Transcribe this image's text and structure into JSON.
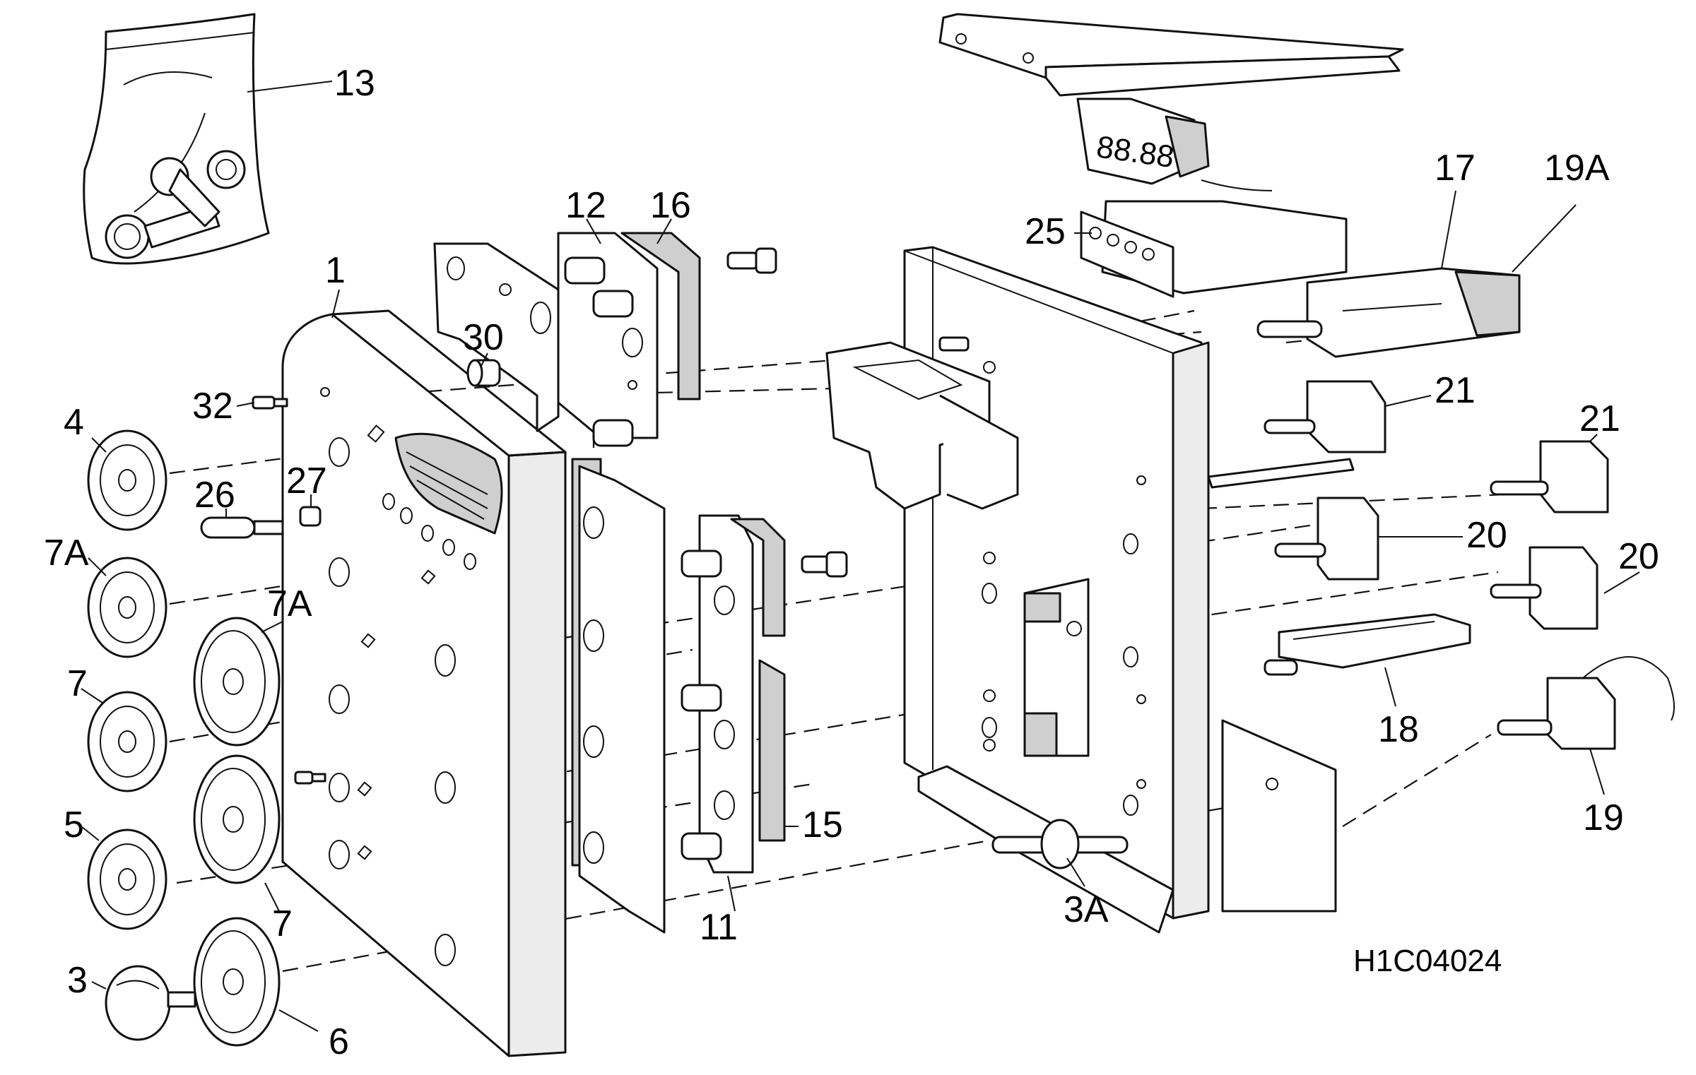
{
  "callouts": [
    {
      "id": "c13",
      "label": "13"
    },
    {
      "id": "c12",
      "label": "12"
    },
    {
      "id": "c16",
      "label": "16"
    },
    {
      "id": "c1",
      "label": "1"
    },
    {
      "id": "c30",
      "label": "30"
    },
    {
      "id": "c32",
      "label": "32"
    },
    {
      "id": "c4",
      "label": "4"
    },
    {
      "id": "c26",
      "label": "26"
    },
    {
      "id": "c27",
      "label": "27"
    },
    {
      "id": "c7A_left",
      "label": "7A"
    },
    {
      "id": "c7A_right",
      "label": "7A"
    },
    {
      "id": "c7_left",
      "label": "7"
    },
    {
      "id": "c7_right",
      "label": "7"
    },
    {
      "id": "c5",
      "label": "5"
    },
    {
      "id": "c3",
      "label": "3"
    },
    {
      "id": "c6",
      "label": "6"
    },
    {
      "id": "c11",
      "label": "11"
    },
    {
      "id": "c15",
      "label": "15"
    },
    {
      "id": "c25",
      "label": "25"
    },
    {
      "id": "c17",
      "label": "17"
    },
    {
      "id": "c19A",
      "label": "19A"
    },
    {
      "id": "c21_upper",
      "label": "21"
    },
    {
      "id": "c21_lower",
      "label": "21"
    },
    {
      "id": "c20_upper",
      "label": "20"
    },
    {
      "id": "c20_lower",
      "label": "20"
    },
    {
      "id": "c18",
      "label": "18"
    },
    {
      "id": "c19",
      "label": "19"
    },
    {
      "id": "c3A",
      "label": "3A"
    }
  ],
  "drawing_reference": "H1C04024",
  "display_readout": "88.88"
}
